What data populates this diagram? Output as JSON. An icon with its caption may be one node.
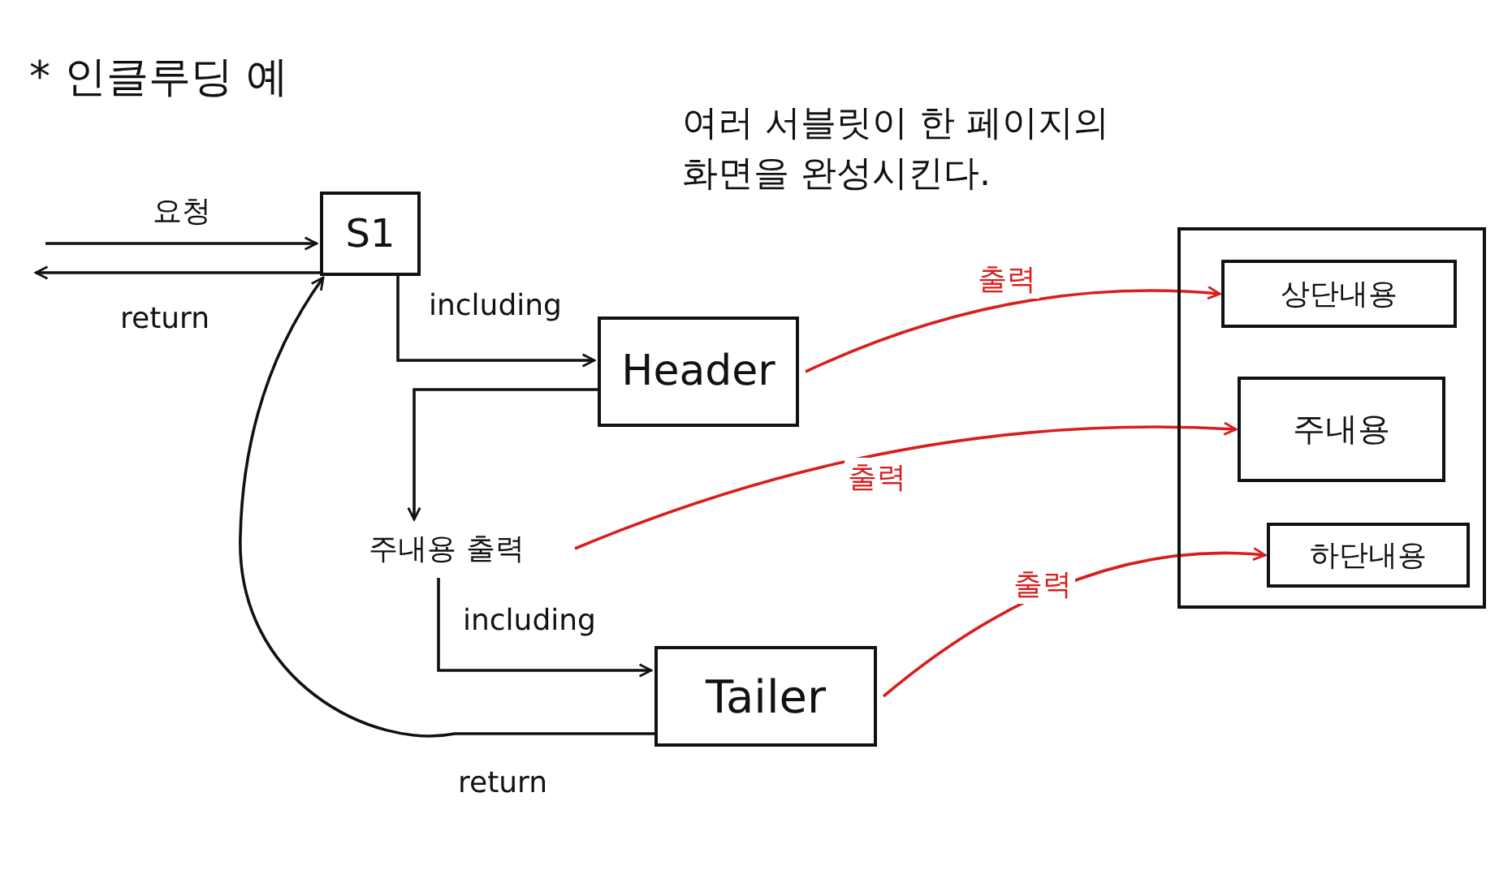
{
  "diagram": {
    "title": "* 인클루딩 예",
    "nodes": [
      {
        "text": [
          "S1"
        ]
      },
      {
        "text": [
          "Header"
        ]
      },
      {
        "text": [
          "주내용 출력"
        ]
      },
      {
        "text": [
          "Tailer"
        ]
      },
      {
        "text": [],
        "shape": "box"
      },
      {
        "text": [
          "상단내용"
        ],
        "in": 4
      },
      {
        "text": [
          "주내용"
        ],
        "in": 4
      },
      {
        "text": [
          "하단내용"
        ],
        "in": 4
      }
    ],
    "edges": [
      {
        "from": null,
        "to": 0,
        "arrow": "to",
        "label": "요청"
      },
      {
        "from": 0,
        "to": null,
        "arrow": "to",
        "label": "return"
      },
      {
        "from": 0,
        "to": 1,
        "arrow": "to",
        "label": "including"
      },
      {
        "from": 1,
        "to": 2,
        "arrow": "to"
      },
      {
        "from": 2,
        "to": 3,
        "arrow": "to",
        "label": "including"
      },
      {
        "from": 3,
        "to": 0,
        "arrow": "to",
        "label": "return"
      },
      {
        "from": 1,
        "to": 5,
        "arrow": "to",
        "label": "출력",
        "color": "#d81e1e"
      },
      {
        "from": 2,
        "to": 6,
        "arrow": "to",
        "label": "출력",
        "color": "#d81e1e"
      },
      {
        "from": 3,
        "to": 7,
        "arrow": "to",
        "label": "출력",
        "color": "#d81e1e"
      }
    ],
    "labels": [
      "여러 서블릿이 한 페이지의 화면을 완성시킨다."
    ]
  }
}
